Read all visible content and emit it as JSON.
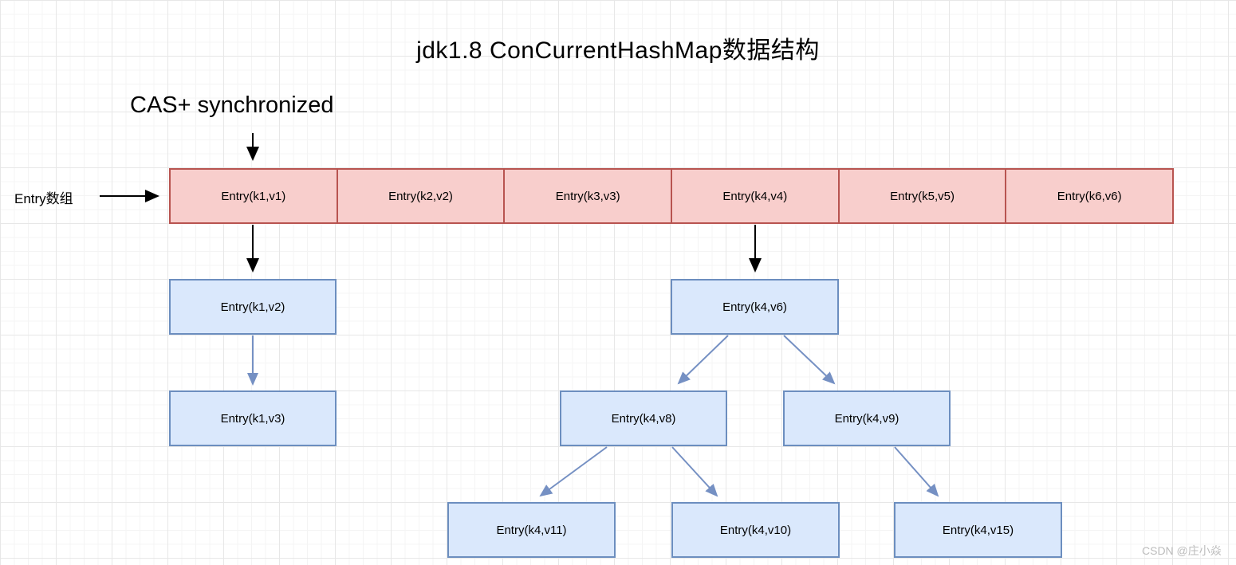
{
  "title": "jdk1.8 ConCurrentHashMap数据结构",
  "annotations": {
    "cas_label": "CAS+ synchronized",
    "array_label": "Entry数组"
  },
  "array": {
    "cells": [
      "Entry(k1,v1)",
      "Entry(k2,v2)",
      "Entry(k3,v3)",
      "Entry(k4,v4)",
      "Entry(k5,v5)",
      "Entry(k6,v6)"
    ]
  },
  "linked_list": {
    "nodes": [
      "Entry(k1,v2)",
      "Entry(k1,v3)"
    ]
  },
  "tree": {
    "root": "Entry(k4,v6)",
    "level2": [
      "Entry(k4,v8)",
      "Entry(k4,v9)"
    ],
    "level3": [
      "Entry(k4,v11)",
      "Entry(k4,v10)",
      "Entry(k4,v15)"
    ]
  },
  "watermark": "CSDN @庄小焱",
  "colors": {
    "array_fill": "#f8cecc",
    "array_stroke": "#b85450",
    "node_fill": "#dae8fc",
    "node_stroke": "#6c8ebf",
    "arrow_black": "#000000",
    "arrow_blue": "#7590c3",
    "grid_minor": "#f4f4f4",
    "grid_major": "#e7e7e7",
    "watermark_gray": "#bcbcbc"
  }
}
